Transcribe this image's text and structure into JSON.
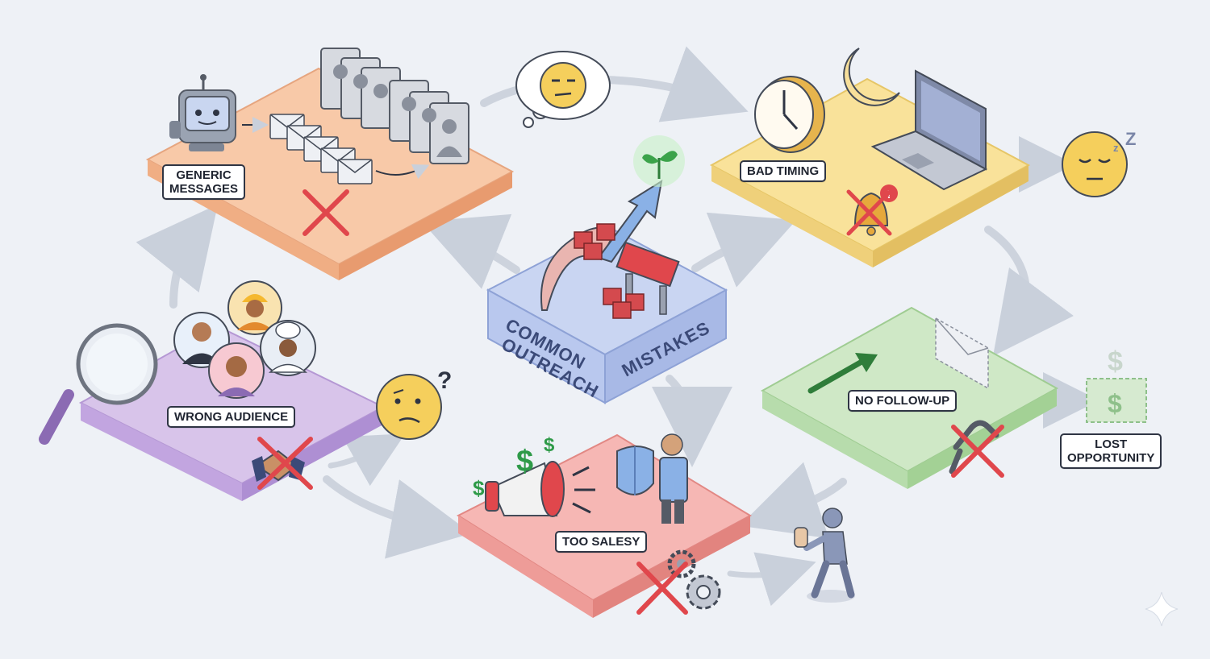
{
  "diagram": {
    "center": {
      "line1": "COMMON",
      "line2": "OUTREACH",
      "line3": "MISTAKES"
    },
    "nodes": [
      {
        "id": "generic",
        "label": "GENERIC\nMESSAGES"
      },
      {
        "id": "timing",
        "label": "BAD TIMING"
      },
      {
        "id": "followup",
        "label": "NO FOLLOW-UP"
      },
      {
        "id": "salesy",
        "label": "TOO SALESY"
      },
      {
        "id": "audience",
        "label": "WRONG AUDIENCE"
      }
    ],
    "outcome": {
      "label": "LOST\nOPPORTUNITY"
    }
  },
  "colors": {
    "background": "#eef1f6",
    "generic": "#f8c9a8",
    "timing": "#f9e29a",
    "followup": "#cfe8c6",
    "salesy": "#f6b7b4",
    "audience": "#d8c4ea",
    "center": "#b9c8ee",
    "error_x": "#e0474c",
    "arrow": "#c9d0db"
  },
  "icons": [
    "robot-icon",
    "envelope-icon",
    "profile-card-icon",
    "x-mark-icon",
    "thought-bubble-icon",
    "unamused-face-icon",
    "clock-icon",
    "moon-icon",
    "laptop-icon",
    "muted-bell-icon",
    "sleeping-face-icon",
    "sprout-icon",
    "growth-arrow-icon",
    "barrier-icon",
    "blocks-icon",
    "magnifier-icon",
    "person-icon",
    "confused-face-icon",
    "handshake-icon",
    "megaphone-icon",
    "dollar-icon",
    "shield-icon",
    "gear-icon",
    "broken-chain-icon",
    "walking-person-icon",
    "sparkle-icon"
  ]
}
